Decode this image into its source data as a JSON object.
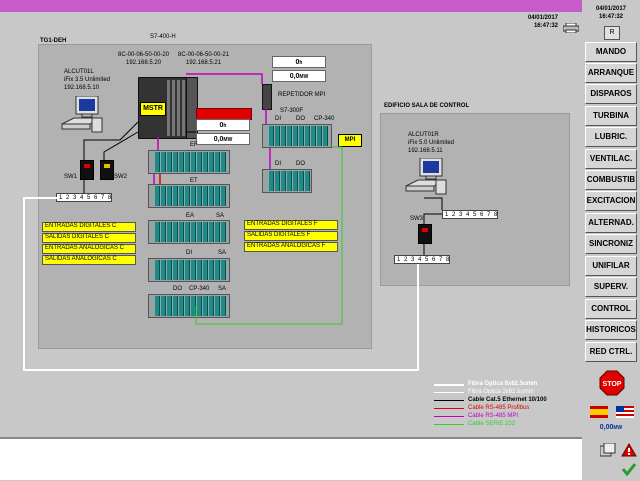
{
  "header": {
    "date": "04/01/2017",
    "time": "16:47:32"
  },
  "sidebar": {
    "date": "04/01/2017",
    "time": "16:47:32",
    "r_button": "R",
    "buttons": [
      "MANDO",
      "ARRANQUE",
      "DISPAROS",
      "TURBINA",
      "LUBRIC.",
      "VENTILAC.",
      "COMBUSTIB",
      "EXCITACION",
      "ALTERNAD.",
      "SINCRONIZ",
      "UNIFILAR",
      "SUPERV.",
      "CONTROL",
      "HISTORICOS",
      "RED CTRL."
    ],
    "stop_label": "STOP",
    "power_value": "0,00",
    "power_unit": "MW"
  },
  "left_panel": {
    "title": "TG1-DEH",
    "plc_model": "S7-400-H",
    "mac1": "8C-00-06-50-00-20",
    "ip1": "192.168.5.20",
    "mac2": "8C-00-06-50-00-21",
    "ip2": "192.168.5.21",
    "station_name": "ALCUT01L",
    "station_soft": "iFix 3.5 Unlimited",
    "station_ip": "192.168.5.10",
    "mstr": "MSTR",
    "sw1": "SW1",
    "sw2": "SW2",
    "ports": "1 2 3 4 5 6 7 8",
    "repeater": "REPETIDOR MPI",
    "s7_300f": "S7-300F",
    "cp340_top": "CP-340",
    "mpi": "MPI",
    "ef": "EF",
    "et": "ET",
    "ea": "EA",
    "sa": "SA",
    "di": "DI",
    "do": "DO",
    "cp340_bottom": "CP-340",
    "val1": "0",
    "val1_unit": "h",
    "val2": "0,0",
    "val2_unit": "MW",
    "val3": "0",
    "val3_unit": "h",
    "val4": "0,0",
    "val4_unit": "MW",
    "left_labels": [
      "ENTRADAS DIGITALES C",
      "SALIDAS DIGITALES C",
      "ENTRADAS ANALOGICAS C",
      "SALIDAS ANALOGICAS C"
    ],
    "right_labels": [
      "ENTRADAS DIGITALES F",
      "SALIDAS DIGITALES F",
      "ENTRADAS ANALOGICAS F"
    ]
  },
  "right_panel": {
    "title": "EDIFICIO SALA DE CONTROL",
    "station_name": "ALCUT01R",
    "station_soft": "iFix 5.0 Unlimited",
    "station_ip": "192.168.5.11",
    "sw3": "SW3",
    "ports": "1 2 3 4 5 6 7 8"
  },
  "legend": [
    {
      "label": "Fibra Optica 8x62.5umm",
      "color": "#ffffff"
    },
    {
      "label": "Fibra Optica 2x62.5umm",
      "color": "#ffffff"
    },
    {
      "label": "Cable Cat.5 Ethernet 10/100",
      "color": "#000000"
    },
    {
      "label": "Cable RS-485 Profibus",
      "color": "#e00000"
    },
    {
      "label": "Cable RS-485 MPI",
      "color": "#c000c0"
    },
    {
      "label": "Cable SERIE 232",
      "color": "#33cc33"
    }
  ]
}
